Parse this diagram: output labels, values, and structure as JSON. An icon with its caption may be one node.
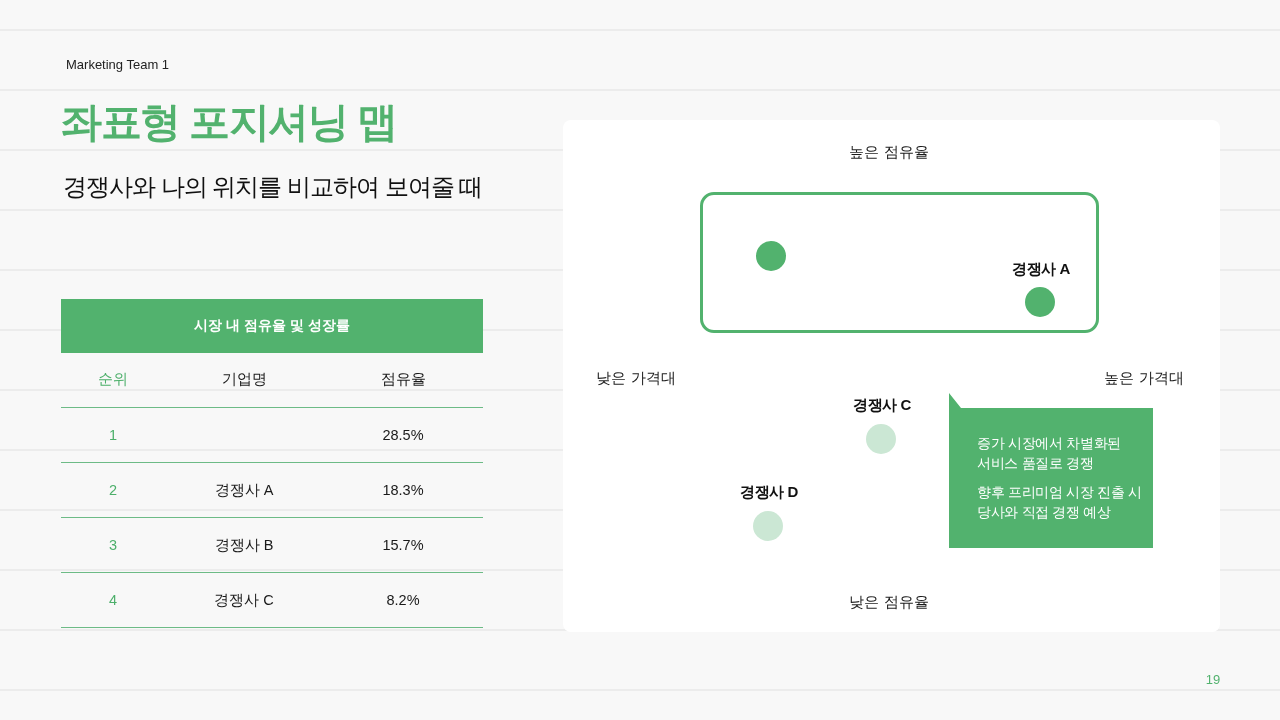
{
  "diagram": {
    "title": "좌표형 포지셔닝 맵",
    "nodes": [
      {
        "text": [
          "시장 내 점유율 및 성장률"
        ]
      },
      {
        "text": [],
        "shape": "box"
      },
      {
        "text": [],
        "shape": "circle",
        "in": 1
      },
      {
        "text": [],
        "shape": "circle",
        "in": 1,
        "beside": [
          "경쟁사 A"
        ]
      },
      {
        "text": [],
        "shape": "circle",
        "beside": [
          "경쟁사 C"
        ]
      },
      {
        "text": [],
        "shape": "circle",
        "beside": [
          "경쟁사 D"
        ]
      },
      {
        "text": [
          "증가 시장에서 차별화된 서비스 품질로 경쟁",
          "향후 프리미엄 시장 진출 시 당사와 직접 경쟁 예상"
        ]
      }
    ],
    "labels": [
      "Marketing Team 1",
      "경쟁사와 나의 위치를 비교하여 보여줄 때",
      "순위",
      "기업명",
      "점유율",
      "1",
      "28.5%",
      "2",
      "경쟁사 A",
      "18.3%",
      "3",
      "경쟁사 B",
      "15.7%",
      "4",
      "경쟁사 C",
      "8.2%",
      "높은 점유율",
      "낮은 가격대",
      "높은 가격대",
      "낮은 점유율",
      "19"
    ]
  }
}
